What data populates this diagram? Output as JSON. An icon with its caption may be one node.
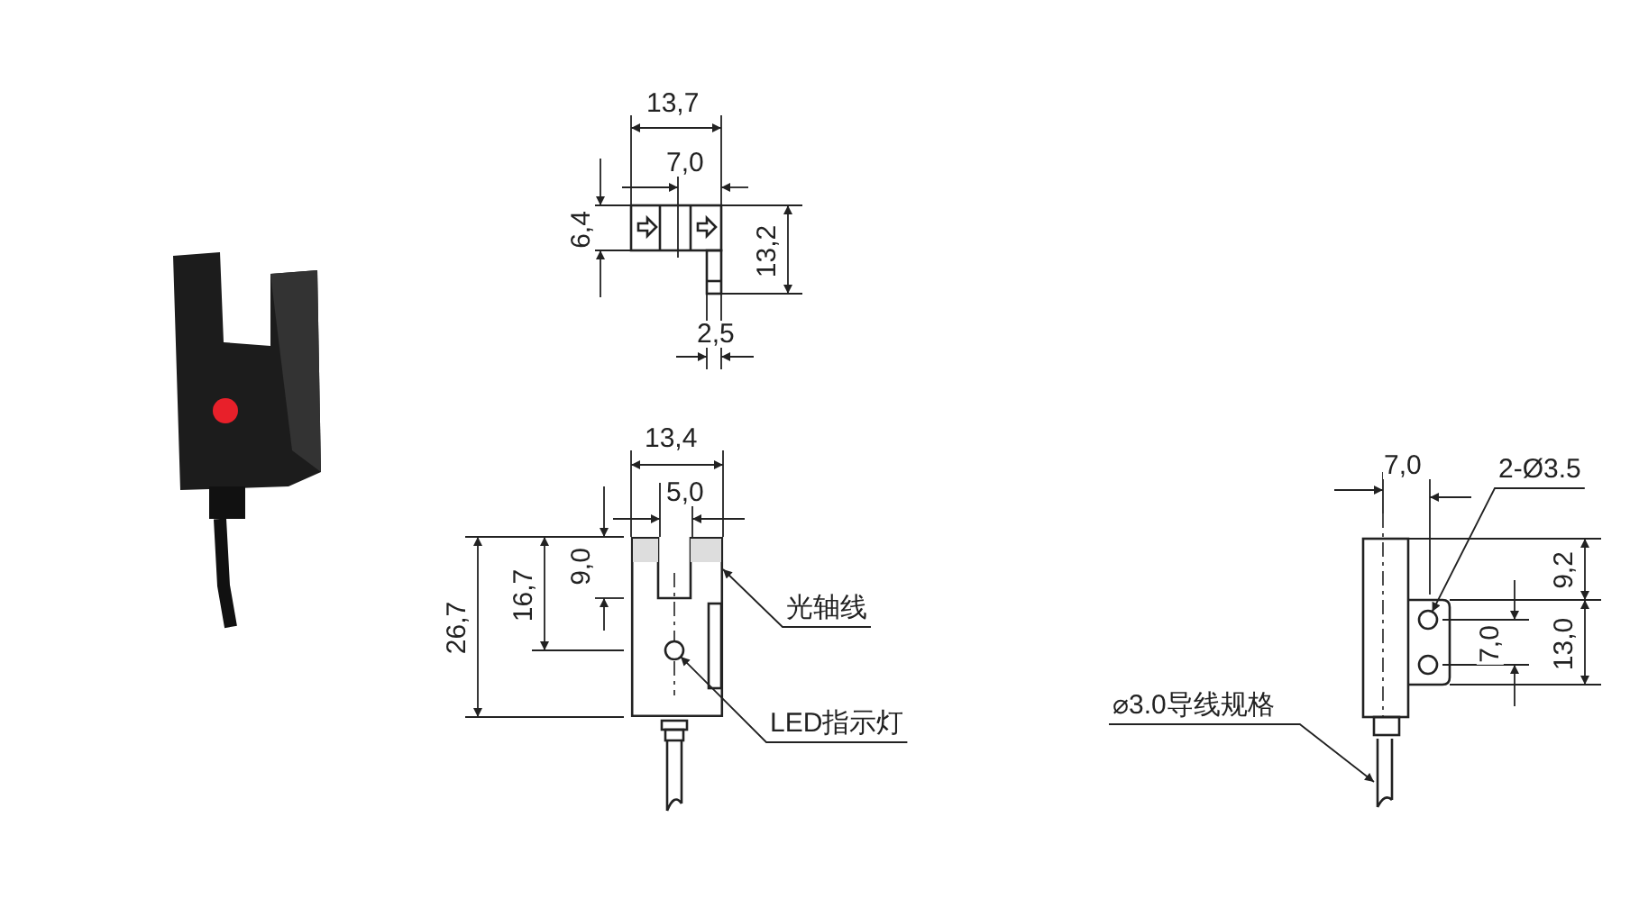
{
  "diagram": {
    "nodes": [
      {
        "text": [
          "光轴线"
        ]
      },
      {
        "text": [],
        "shape": "box"
      },
      {
        "text": [
          "LED指示灯"
        ]
      },
      {
        "text": [],
        "shape": "circle",
        "in": 1
      },
      {
        "text": [
          "2-Ø3.5"
        ]
      },
      {
        "text": [],
        "shape": "circle"
      },
      {
        "text": [
          "⌀3.0导线规格"
        ]
      },
      {
        "text": [],
        "shape": "bar"
      }
    ],
    "edges": [
      {
        "from": 0,
        "to": 1,
        "arrow": "to"
      },
      {
        "from": 2,
        "to": 3,
        "arrow": "to"
      },
      {
        "from": 4,
        "to": 5,
        "arrow": "to"
      },
      {
        "from": 6,
        "to": 7,
        "arrow": "to"
      }
    ],
    "labels": [
      "13,7",
      "7,0",
      "6,4",
      "13,2",
      "2,5",
      "13,4",
      "5,0",
      "9,0",
      "16,7",
      "26,7",
      "7,0",
      "9,2",
      "7,0",
      "13,0"
    ]
  }
}
